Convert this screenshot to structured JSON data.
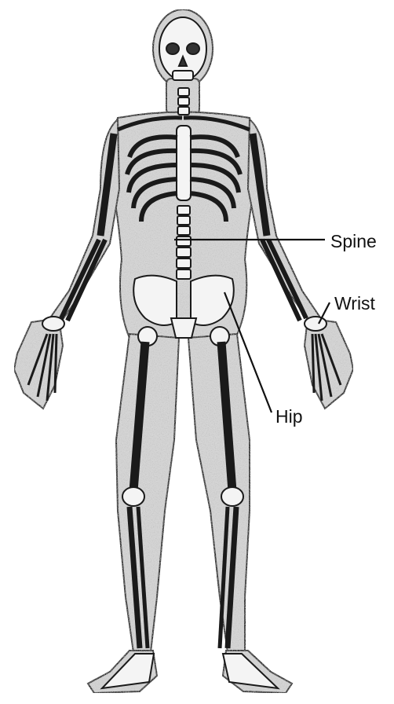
{
  "labels": {
    "spine": "Spine",
    "wrist": "Wrist",
    "hip": "Hip"
  },
  "colors": {
    "ink": "#1a1a1a",
    "skin": "#d9d9d9",
    "bone": "#f4f4f4",
    "background": "#ffffff"
  }
}
